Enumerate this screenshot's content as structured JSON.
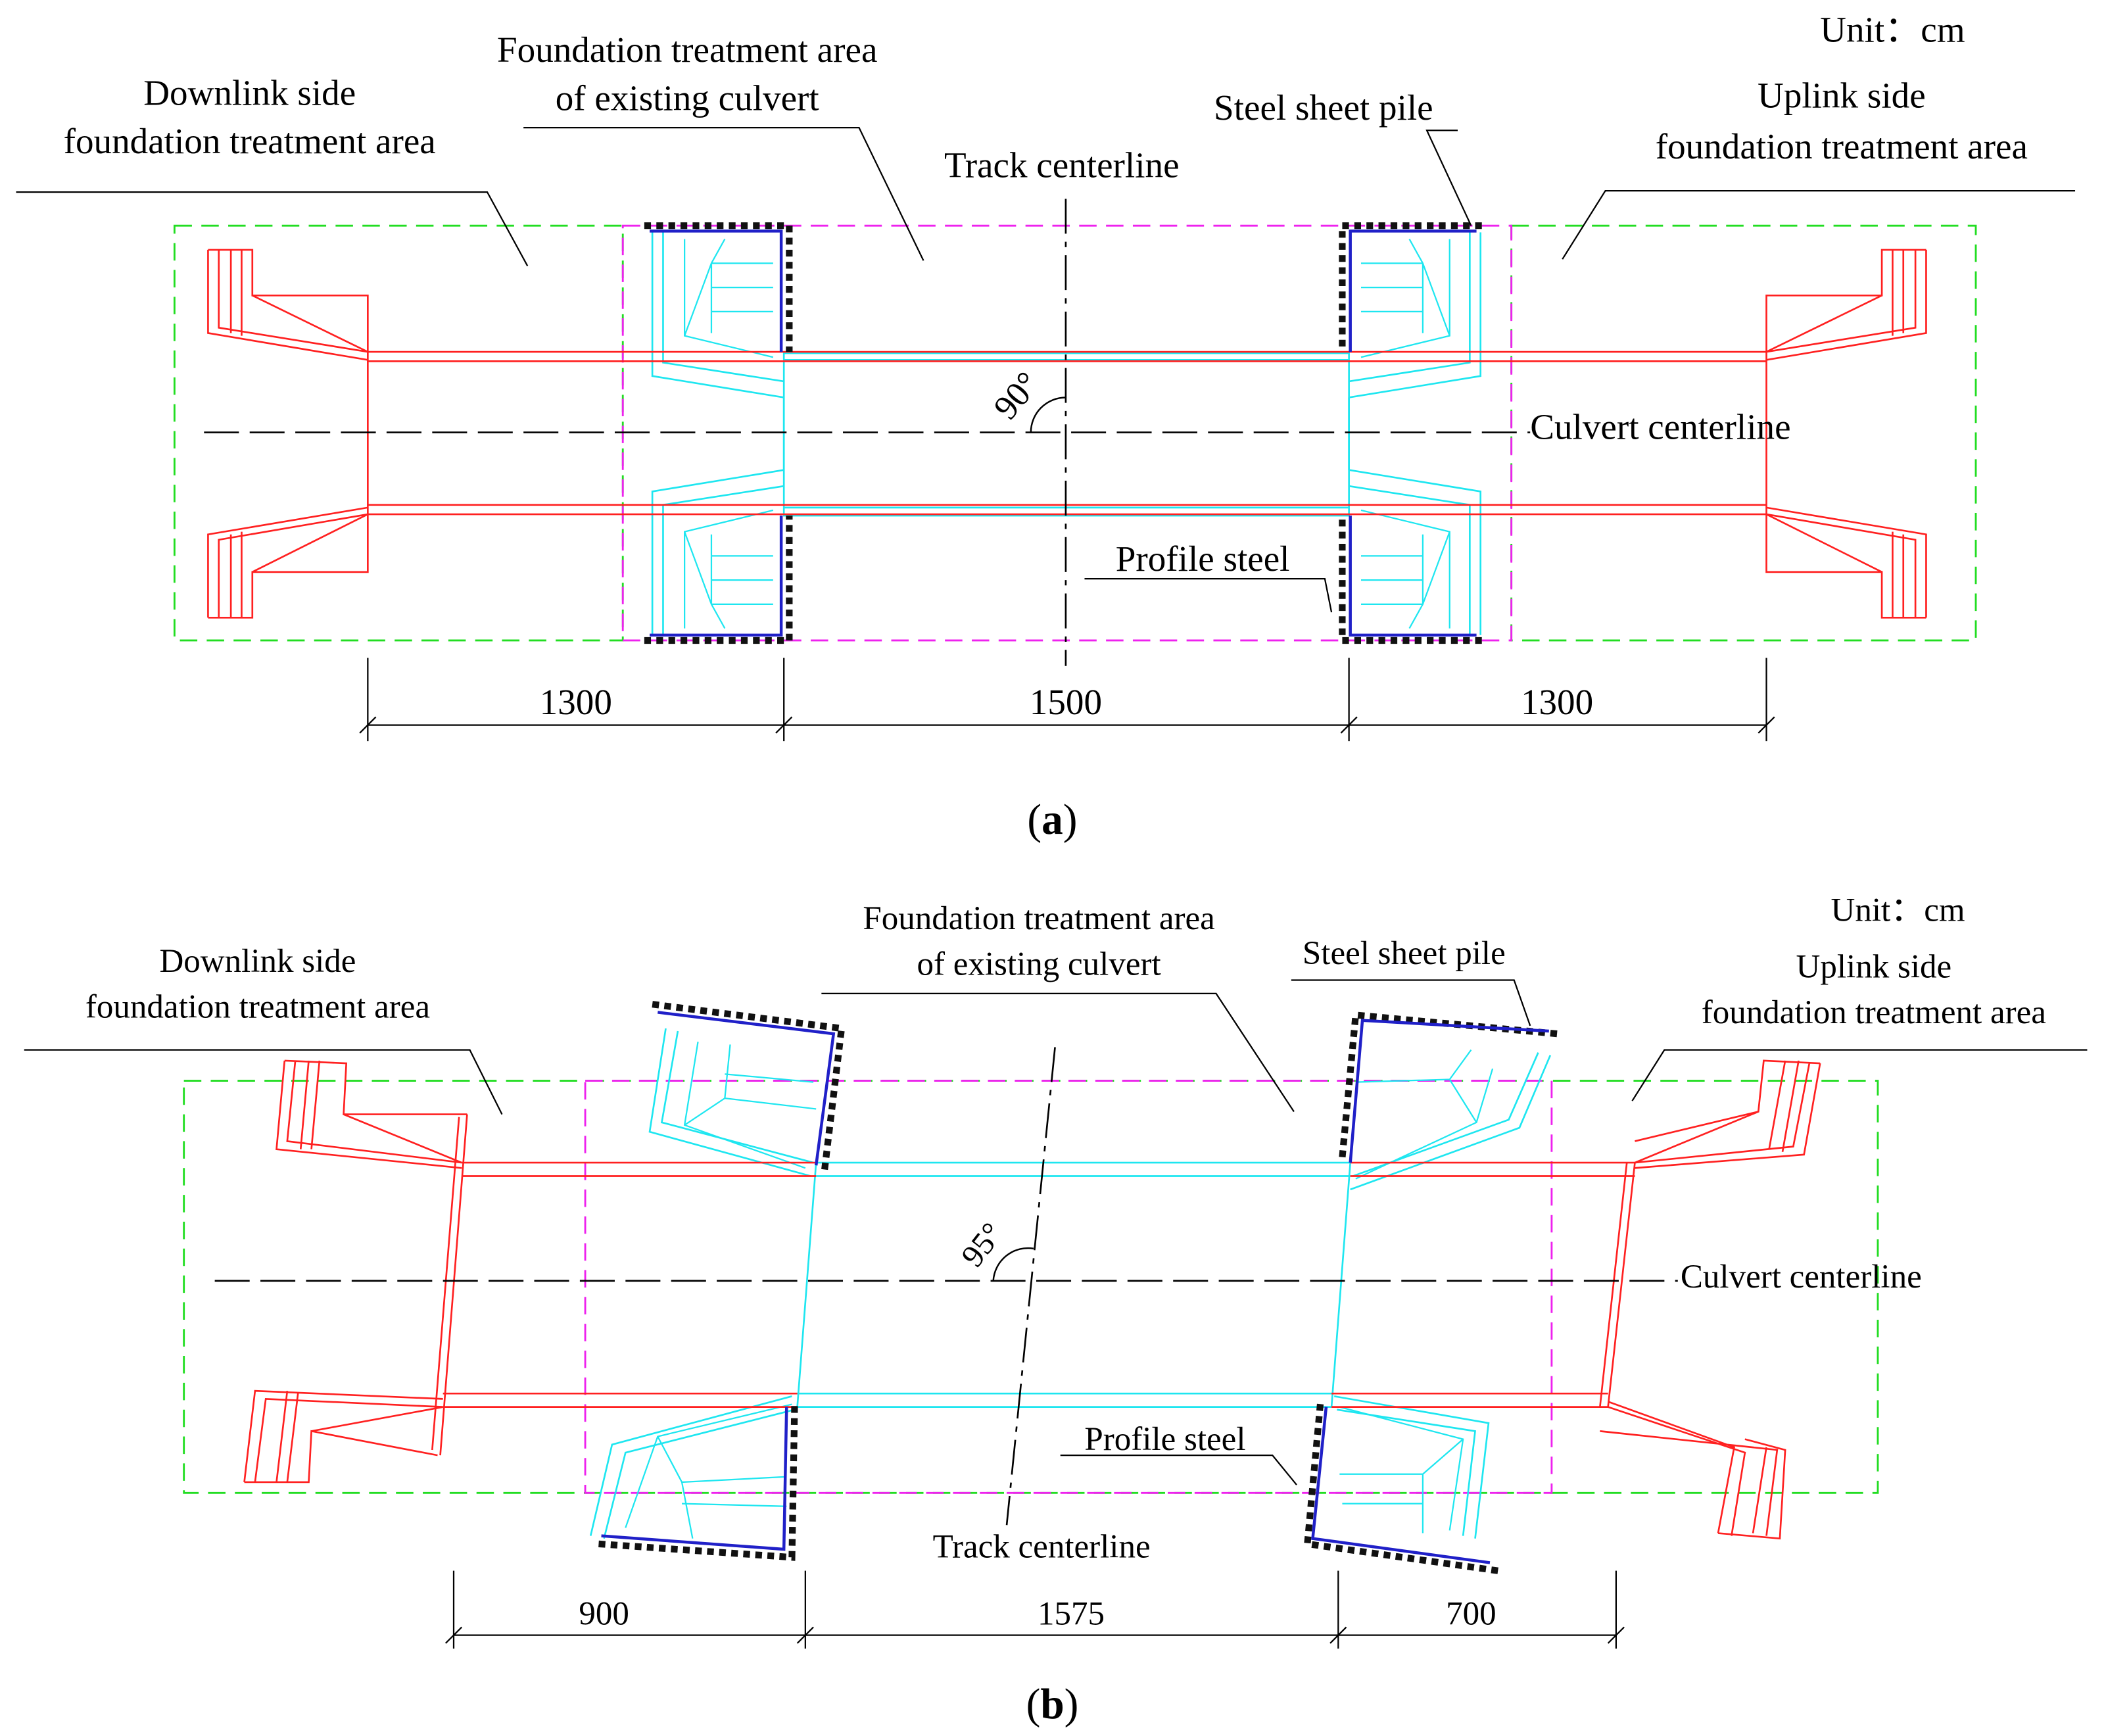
{
  "colors": {
    "red_structure": "#ff2020",
    "cyan_structure": "#1ee6f0",
    "green_area": "#22dd22",
    "magenta_area": "#ee22ee",
    "sheet_pile": "#111111",
    "profile_steel": "#2020c8"
  },
  "panel_a": {
    "unit": "Unit：cm",
    "track_centerline": "Track centerline",
    "culvert_centerline": "Culvert centerline",
    "existing_area_line1": "Foundation treatment area",
    "existing_area_line2": "of existing culvert",
    "downlink_line1": "Downlink side",
    "downlink_line2": "foundation treatment area",
    "uplink_line1": "Uplink side",
    "uplink_line2": "foundation treatment area",
    "steel_sheet_pile": "Steel sheet pile",
    "profile_steel": "Profile steel",
    "angle": "90°",
    "dim_left": "1300",
    "dim_mid": "1500",
    "dim_right": "1300",
    "caption_letter": "a"
  },
  "panel_b": {
    "unit": "Unit：cm",
    "track_centerline": "Track centerline",
    "culvert_centerline": "Culvert centerline",
    "existing_area_line1": "Foundation treatment area",
    "existing_area_line2": "of existing culvert",
    "downlink_line1": "Downlink side",
    "downlink_line2": "foundation treatment area",
    "uplink_line1": "Uplink side",
    "uplink_line2": "foundation treatment area",
    "steel_sheet_pile": "Steel sheet pile",
    "profile_steel": "Profile steel",
    "angle": "95°",
    "dim_left": "900",
    "dim_mid": "1575",
    "dim_right": "700",
    "caption_letter": "b"
  }
}
